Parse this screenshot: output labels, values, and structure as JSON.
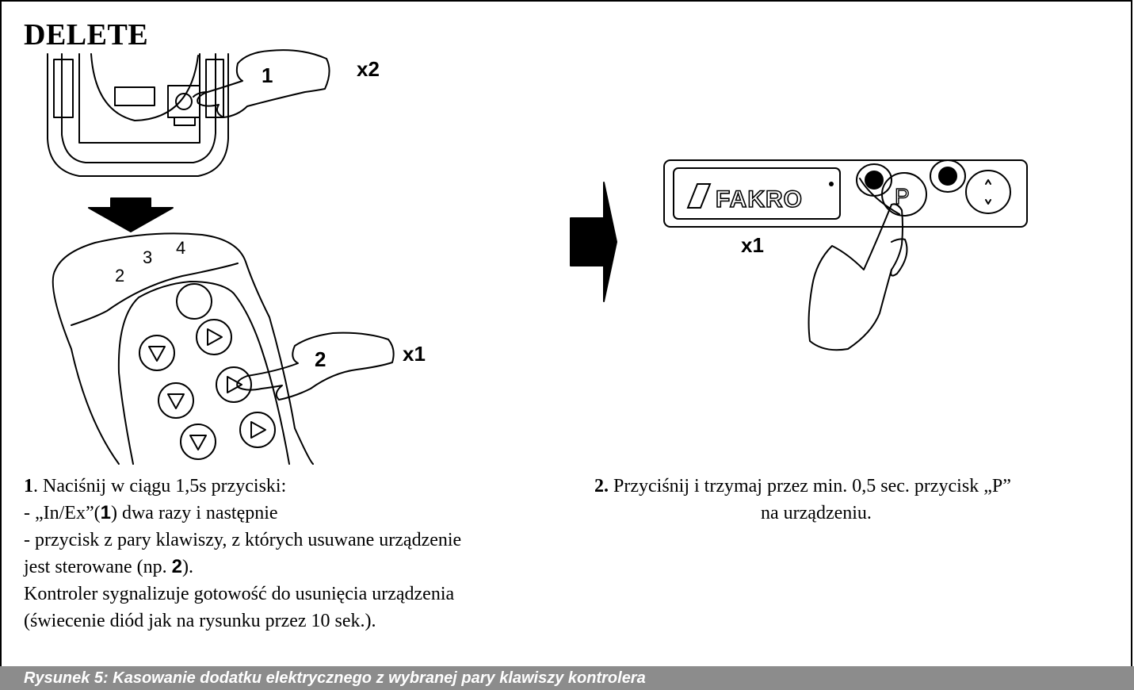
{
  "heading": "DELETE",
  "illustration_left": {
    "step1_label": "1",
    "step1_repeat": "x2",
    "remote_key_numbers": [
      "2",
      "3",
      "4"
    ],
    "step2_label": "2",
    "step2_repeat": "x1"
  },
  "illustration_right": {
    "brand": "FAKRO",
    "button_letter": "P",
    "repeat": "x1"
  },
  "step1_text": {
    "num": "1",
    "line1_rest": ". Naciśnij w ciągu 1,5s przyciski:",
    "line2_pre": "- „In/Ex”(",
    "line2_bold": "1",
    "line2_post": ") dwa razy i następnie",
    "line3": "- przycisk z pary klawiszy, z których usuwane urządzenie",
    "line4_pre": "jest sterowane (np. ",
    "line4_bold": "2",
    "line4_post": ").",
    "line5": "Kontroler sygnalizuje gotowość do usunięcia urządzenia",
    "line6": "(świecenie diód jak na rysunku przez 10 sek.)."
  },
  "step2_text": {
    "num": "2.",
    "line1_rest": " Przyciśnij i trzymaj przez min. 0,5 sec. przycisk „P”",
    "line2": "na urządzeniu."
  },
  "caption": "Rysunek 5: Kasowanie dodatku elektrycznego z wybranej pary klawiszy kontrolera"
}
